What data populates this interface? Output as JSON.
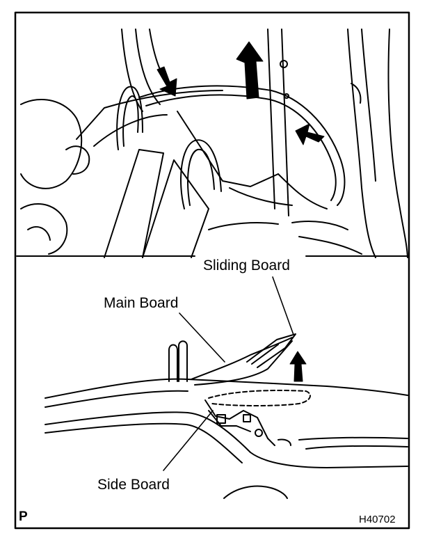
{
  "figure": {
    "code": "H40702",
    "corner_mark": "P"
  },
  "callouts": {
    "sliding_board": "Sliding Board",
    "main_board": "Main Board",
    "side_board": "Side Board"
  },
  "colors": {
    "line": "#000000",
    "paper": "#ffffff"
  },
  "icons": [
    "arrow-icon"
  ]
}
